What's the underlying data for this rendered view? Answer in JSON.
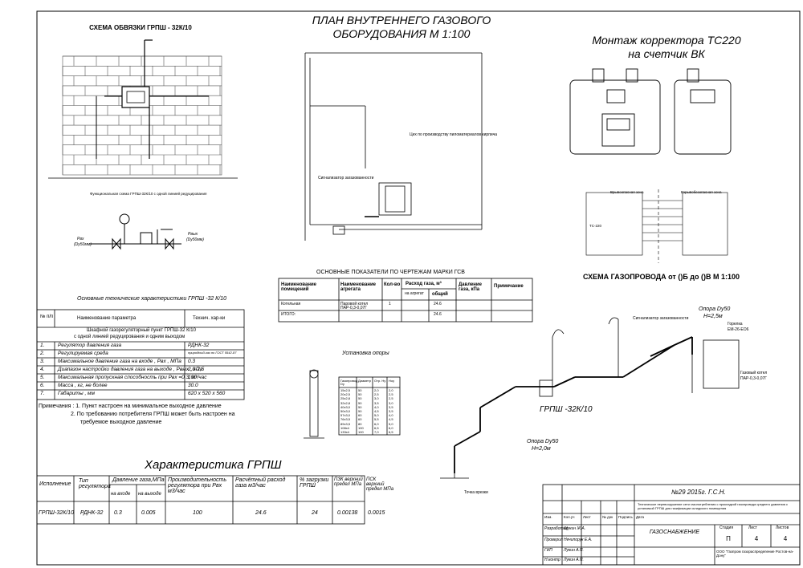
{
  "titles": {
    "plan": "ПЛАН ВНУТРЕННЕГО ГАЗОВОГО",
    "plan2": "ОБОРУДОВАНИЯ М 1:100",
    "scheme_grpsh": "СХЕМА ОБВЯЗКИ ГРПШ - 32К/10",
    "corrector": "Монтаж корректора ТС220",
    "corrector2": "на счетчик ВК",
    "gas_scheme": "СХЕМА ГАЗОПРОВОДА  от ()Б до ()В  М 1:100",
    "characteristics": "Характеристика ГРПШ",
    "main_params": "Основные технические характеристики ГРПШ -32 К/10",
    "support": "Установка опоры",
    "indicators": "ОСНОВНЫЕ ПОКАЗАТЕЛИ  ПО ЧЕРТЕЖАМ МАРКИ ГСВ"
  },
  "labels": {
    "grpsh": "ГРПШ -32К/10",
    "support_top": "Опора Dy50",
    "support_top2": "H=2,5м",
    "support_bot": "Опора Dy50",
    "support_bot2": "H=2,0м",
    "boiler": "Газовый котел",
    "boiler2": "ПАР-0,3-0,07Г",
    "workshop": "Цех по производству пиломатериалов кирпича",
    "signal": "Сигнализатор загазованности",
    "burner": "Горелка",
    "burner2": "ЕМ-26-ЕО6",
    "point": "Точка врезки",
    "funct": "Функциональная схема ГРПШ-32К/10 с одной линией редуцирования",
    "rec": "Рвх",
    "rec2": "(Dy50мм)",
    "rout": "Рвых",
    "rout2": "(Dy50мм)",
    "explosion": "Врывоопасная зона",
    "safe": "Взрывобезопасная зона",
    "tc220": "ТС-220",
    "notes1": "Примечания : 1. Пункт настроен на минимальное выходное давление",
    "notes2": "2. По требованию потребителя ГРПШ может быть настроен на",
    "notes3": "требуемое выходное давление"
  },
  "params_table": {
    "headers": [
      "№ п/п",
      "Наименование параметра",
      "Технич. хар-ки"
    ],
    "subtitle": "Шкафной газорегуляторный пункт ГРПШ-32 К/10",
    "subtitle2": "с одной линией редуцирования  и одним выходом",
    "rows": [
      [
        "1.",
        "Регулятор давления газа",
        "РДНК-32"
      ],
      [
        "2.",
        "Регулируемая среда",
        "природный газ по ГОСТ 5542-87"
      ],
      [
        "3.",
        "Максимальное давление газа на входе , Рвх , МПа",
        "0.3"
      ],
      [
        "4.",
        "Диапазон настройки давления газа на выходе , Рвых , кПа",
        "2,0-2,5"
      ],
      [
        "5.",
        "Максимальная пропускная способность при Рвх =0.3,  м³/час",
        "100"
      ],
      [
        "6.",
        "Масса , кг, не более",
        "30.0"
      ],
      [
        "7.",
        "Габариты , мм",
        "620 х 520 х 560"
      ]
    ]
  },
  "char_table": {
    "headers": [
      "Исполнение",
      "Тип регулятора",
      "Давление газа,МПа",
      "Производительность регулятора при Рвх м3/час",
      "Расчётный расход газа м3/час",
      "% загрузки ГРПШ",
      "ПЗК верхний предел МПа",
      "ПСК верхний предел МПа"
    ],
    "sub": [
      "на входе",
      "на выходе"
    ],
    "row": [
      "ГРПШ-32К/10",
      "РДНК-32",
      "0.3",
      "0.005",
      "100",
      "24.6",
      "24",
      "0.00138",
      "0.0015"
    ]
  },
  "indicators_table": {
    "headers": [
      "Наименование помещений",
      "Наименование агрегата",
      "Кол-во",
      "Расход газа, м³",
      "Давление газа, кПа",
      "Примечание"
    ],
    "sub": [
      "на агрегат",
      "общий"
    ],
    "rows": [
      [
        "Котельная",
        "Паровой котел ПАР-0,3-0,07Г",
        "1",
        "",
        "24.6",
        "",
        ""
      ],
      [
        "ИТОГО:",
        "",
        "",
        "",
        "24.6",
        "",
        ""
      ]
    ]
  },
  "support_table": {
    "headers": [
      "Газопровод Dy",
      "Диаметр",
      "Отр. Ну",
      "Ноу"
    ],
    "rows": [
      [
        "15х2,5",
        "50",
        "2,0",
        "2,0"
      ],
      [
        "20х2,5",
        "50",
        "2,5",
        "2,5"
      ],
      [
        "25х2,8",
        "50",
        "3,0",
        "2,5"
      ],
      [
        "32х2,8",
        "50",
        "3,5",
        "3,0"
      ],
      [
        "40х3,0",
        "50",
        "4,0",
        "3,5"
      ],
      [
        "50х3,0",
        "50",
        "4,5",
        "3,5"
      ],
      [
        "57х3,0",
        "60",
        "5,0",
        "4,0"
      ],
      [
        "76х3,5",
        "60",
        "5,5",
        "4,5"
      ],
      [
        "89х3,5",
        "80",
        "6,0",
        "5,0"
      ],
      [
        "108х4",
        "100",
        "6,5",
        "6,0"
      ],
      [
        "133х4",
        "100",
        "7,0",
        "6,5"
      ]
    ]
  },
  "stamp": {
    "code": "№29 2015г.  Г.С.Н.",
    "desc": "Техническое перевооружение сети газопотребления с прокладкой газопровода среднего давления с установкой ГРПШ для газификации складского помещения",
    "section": "ГАЗОСНАБЖЕНИЕ",
    "stage_h": "Стадия",
    "sheet_h": "Лист",
    "sheets_h": "Листов",
    "stage": "П",
    "sheet": "4",
    "sheets": "4",
    "roles": [
      "Изм.",
      "Кол.уч",
      "Лист",
      "№ док",
      "Подпись",
      "Дата"
    ],
    "people": [
      [
        "Разработал",
        "Щукин Ж.А."
      ],
      [
        "Проверил",
        "Нечипорук Е.А."
      ],
      [
        "ГИП",
        "Лукин А.П."
      ],
      [
        "Н.контр",
        "Лукин А.П."
      ]
    ],
    "org": "ООО \"Газпром газораспределение Ростов-на-Дону\""
  },
  "colors": {
    "line": "#000000",
    "brick": "#555555",
    "paper": "#ffffff"
  }
}
